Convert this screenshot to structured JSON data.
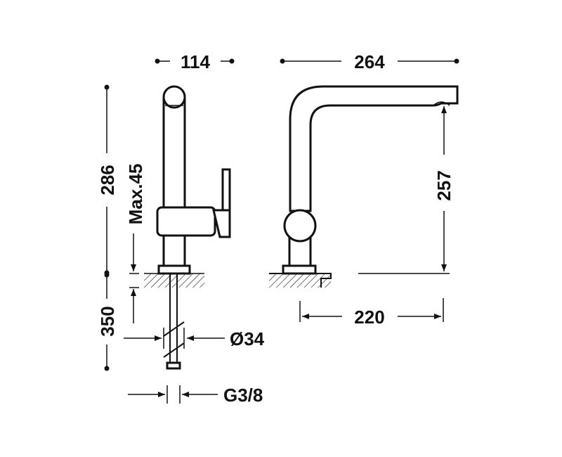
{
  "dimensions": {
    "front_width": "114",
    "side_width": "264",
    "total_height": "286",
    "max_thickness": "Max.45",
    "spout_height": "257",
    "under_length": "350",
    "reach": "220",
    "hose_diameter": "Ø34",
    "connection": "G3/8"
  }
}
